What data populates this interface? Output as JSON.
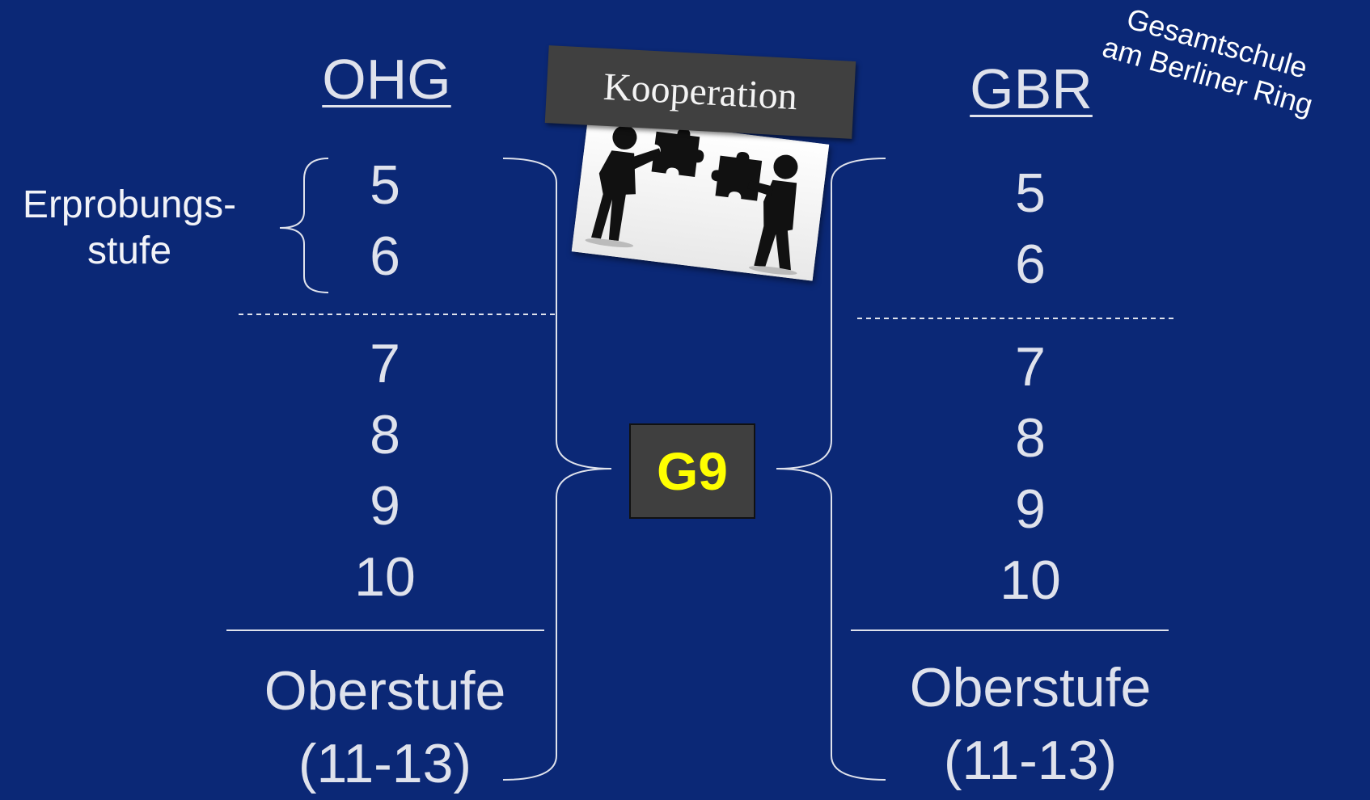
{
  "left_column": {
    "title": "OHG",
    "grades_lower": [
      "5",
      "6"
    ],
    "grades_upper": [
      "7",
      "8",
      "9",
      "10"
    ],
    "oberstufe": "Oberstufe",
    "oberstufe_range": "(11-13)",
    "erprobungsstufe_line1": "Erprobungs-",
    "erprobungsstufe_line2": "stufe"
  },
  "right_column": {
    "title": "GBR",
    "grades_lower": [
      "5",
      "6"
    ],
    "grades_upper": [
      "7",
      "8",
      "9",
      "10"
    ],
    "oberstufe": "Oberstufe",
    "oberstufe_range": "(11-13)",
    "note_line1": "Gesamtschule",
    "note_line2": "am Berliner Ring"
  },
  "center": {
    "cooperation_label": "Kooperation",
    "g9_label": "G9",
    "illustration_icon": "two-people-joining-puzzle-pieces-icon"
  },
  "colors": {
    "background": "#0b2876",
    "text": "#dfe2ec",
    "g9_text": "#ffff00",
    "box_fill": "#3f3f3f"
  }
}
